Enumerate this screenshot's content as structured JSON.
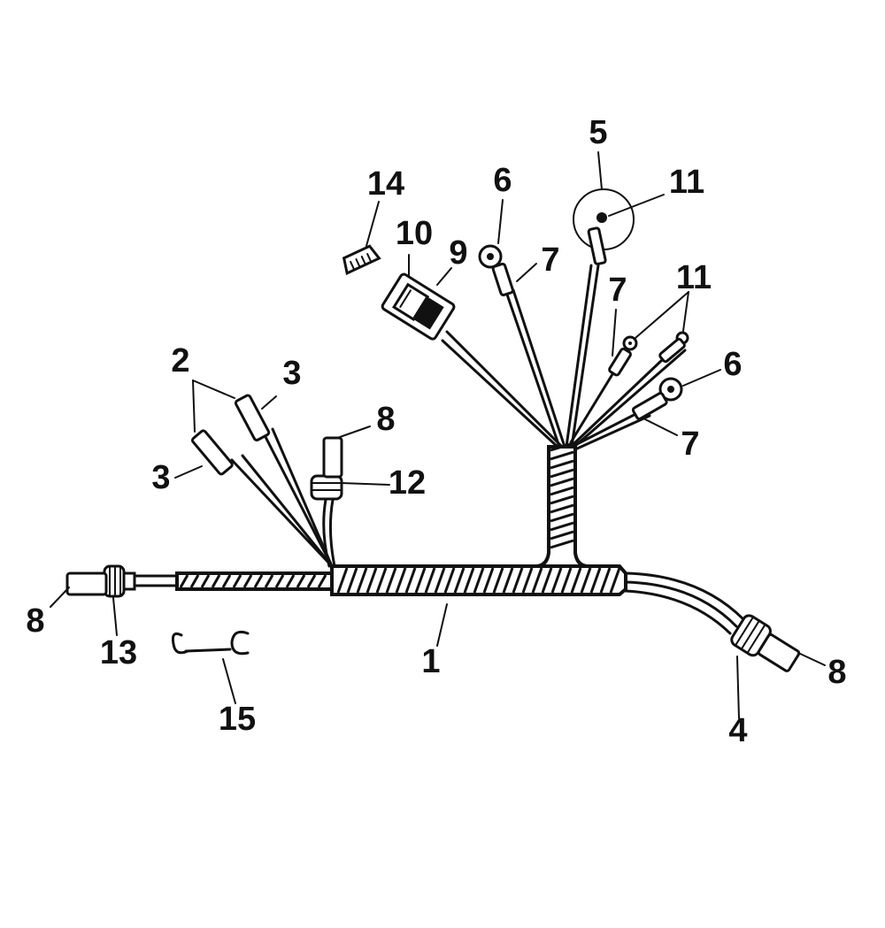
{
  "diagram": {
    "callouts": [
      {
        "id": "c1",
        "text": "1"
      },
      {
        "id": "c2",
        "text": "2"
      },
      {
        "id": "c3a",
        "text": "3"
      },
      {
        "id": "c3b",
        "text": "3"
      },
      {
        "id": "c4",
        "text": "4"
      },
      {
        "id": "c5",
        "text": "5"
      },
      {
        "id": "c6a",
        "text": "6"
      },
      {
        "id": "c6b",
        "text": "6"
      },
      {
        "id": "c7a",
        "text": "7"
      },
      {
        "id": "c7b",
        "text": "7"
      },
      {
        "id": "c7c",
        "text": "7"
      },
      {
        "id": "c8a",
        "text": "8"
      },
      {
        "id": "c8b",
        "text": "8"
      },
      {
        "id": "c8c",
        "text": "8"
      },
      {
        "id": "c9",
        "text": "9"
      },
      {
        "id": "c10",
        "text": "10"
      },
      {
        "id": "c11a",
        "text": "11"
      },
      {
        "id": "c11b",
        "text": "11"
      },
      {
        "id": "c12",
        "text": "12"
      },
      {
        "id": "c13",
        "text": "13"
      },
      {
        "id": "c14",
        "text": "14"
      },
      {
        "id": "c15",
        "text": "15"
      }
    ],
    "colors": {
      "ink": "#111111",
      "paper": "#ffffff"
    }
  }
}
